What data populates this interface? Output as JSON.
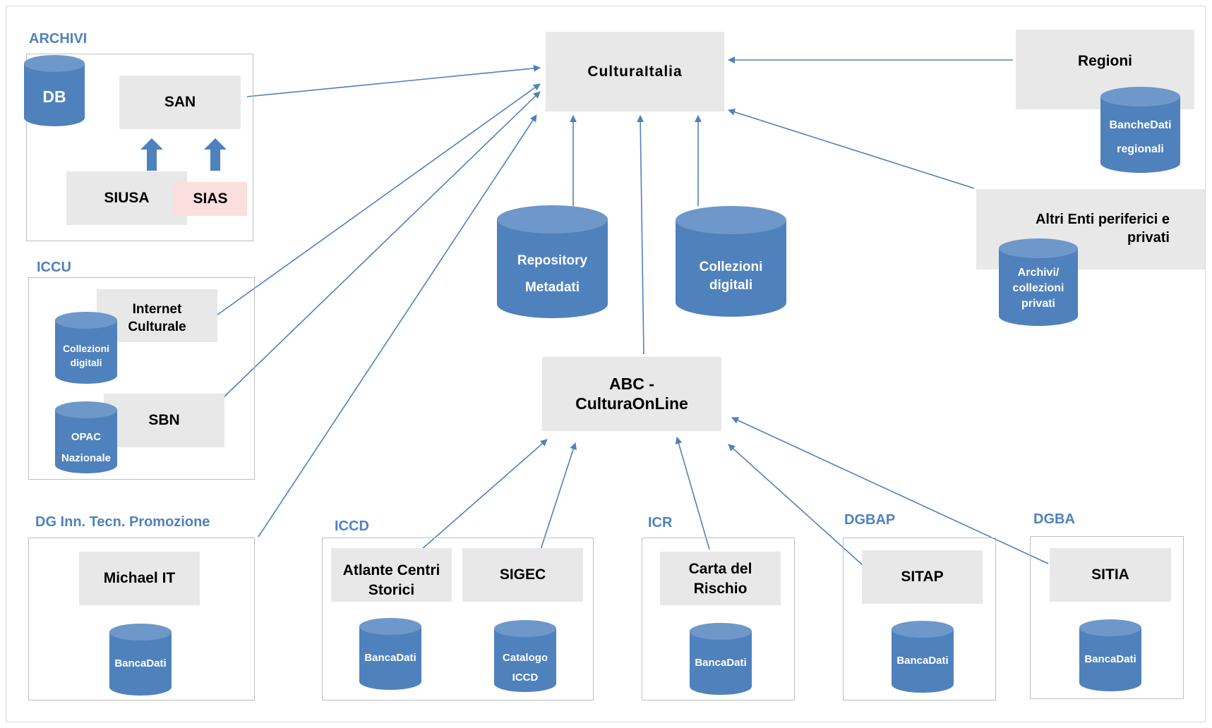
{
  "hub": {
    "title": "CulturaItalia"
  },
  "abc": {
    "title_line1": "ABC -",
    "title_line2": "CulturaOnLine"
  },
  "regioni": {
    "title": "Regioni",
    "db_line1": "BancheDati",
    "db_line2": "regionali"
  },
  "altri": {
    "title_line1": "Altri Enti periferici e",
    "title_line2": "privati",
    "db_line1": "Archivi/",
    "db_line2": "collezioni",
    "db_line3": "privati"
  },
  "repository": {
    "line1": "Repository",
    "line2": "Metadati"
  },
  "collezioni_center": {
    "line1": "Collezioni",
    "line2": "digitali"
  },
  "archivi": {
    "label": "ARCHIVI",
    "db": "DB",
    "san": "SAN",
    "siusa": "SIUSA",
    "sias": "SIAS"
  },
  "iccu": {
    "label": "ICCU",
    "internet_line1": "Internet",
    "internet_line2": "Culturale",
    "db1_line1": "Collezioni",
    "db1_line2": "digitali",
    "sbn": "SBN",
    "db2_line1": "OPAC",
    "db2_line2": "Nazionale"
  },
  "dg": {
    "label": "DG Inn. Tecn. Promozione",
    "box": "Michael IT",
    "db": "BancaDati"
  },
  "iccd": {
    "label": "ICCD",
    "box1_line1": "Atlante Centri",
    "box1_line2": "Storici",
    "box2": "SIGEC",
    "db1": "BancaDati",
    "db2_line1": "Catalogo",
    "db2_line2": "ICCD"
  },
  "icr": {
    "label": "ICR",
    "box_line1": "Carta del",
    "box_line2": "Rischio",
    "db": "BancaDati"
  },
  "dgbap": {
    "label": "DGBAP",
    "box": "SITAP",
    "db": "BancaDati"
  },
  "dgba": {
    "label": "DGBA",
    "box": "SITIA",
    "db": "BancaDati"
  },
  "colors": {
    "accent": "#4f81bd",
    "db_fill": "#4f81bd",
    "db_top": "#6d98c9",
    "box_bg": "#e8e8e8",
    "sias_bg": "#fbdede",
    "border": "#bfbfbf"
  }
}
